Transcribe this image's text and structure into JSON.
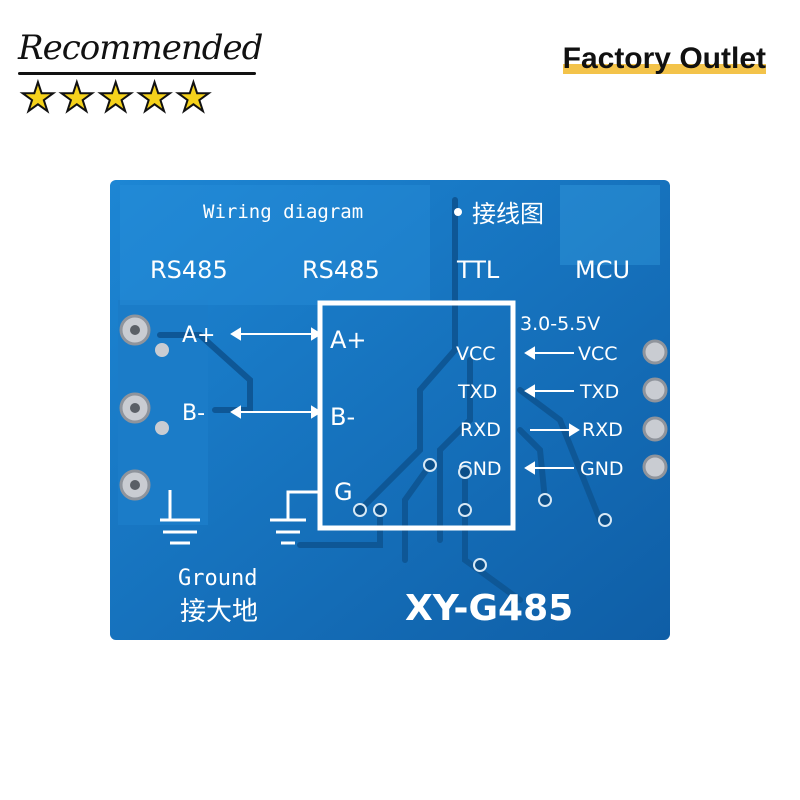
{
  "badge": {
    "title": "Recommended",
    "rating": 5,
    "star_glyph": "★"
  },
  "banner": {
    "text": "Factory Outlet"
  },
  "board": {
    "wiring_title": "Wiring diagram",
    "wiring_title_cn": "接线图",
    "headers": {
      "left_rs485": "RS485",
      "center_rs485": "RS485",
      "ttl": "TTL",
      "mcu": "MCU"
    },
    "left_pins": [
      "A+",
      "B-"
    ],
    "box_pins": [
      "A+",
      "B-",
      "G"
    ],
    "voltage": "3.0-5.5V",
    "ttl_pins": [
      "VCC",
      "TXD",
      "RXD",
      "GND"
    ],
    "mcu_pins": [
      "VCC",
      "TXD",
      "RXD",
      "GND"
    ],
    "ground_en": "Ground",
    "ground_cn": "接大地",
    "model": "XY-G485",
    "colors": {
      "pcb": "#1a78c2",
      "pcb_dark": "#0f5fa3",
      "silk": "#ffffff",
      "copper": "#c9ccd2",
      "highlight": "#5fb1e8"
    }
  }
}
